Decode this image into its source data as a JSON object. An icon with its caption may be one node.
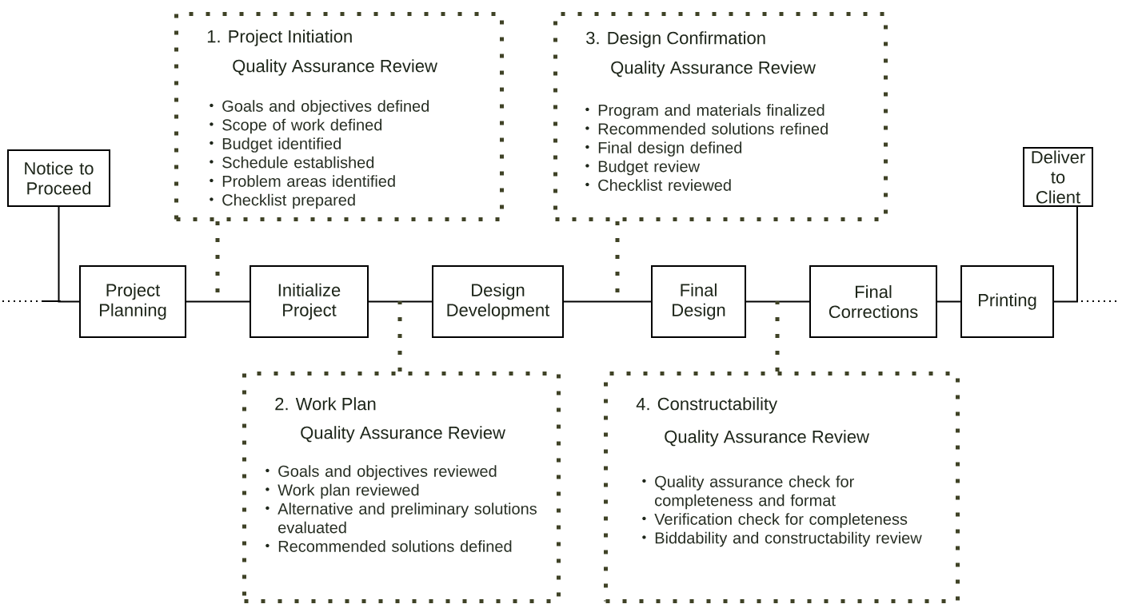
{
  "diagram": {
    "nodes": [
      {
        "text": [
          "1. Project Initiation",
          "Quality Assurance Review",
          "Goals and objectives defined",
          "Scope of work defined",
          "Budget identified",
          "Schedule established",
          "Problem areas identified",
          "Checklist prepared"
        ]
      },
      {
        "text": [
          "3. Design Confirmation",
          "Quality Assurance Review",
          "Program and materials finalized",
          "Recommended solutions refined",
          "Final design defined",
          "Budget review",
          "Checklist reviewed"
        ]
      },
      {
        "text": [
          "Notice to Proceed"
        ]
      },
      {
        "text": [
          "Deliver to Client"
        ]
      },
      {
        "text": [
          "Project Planning"
        ]
      },
      {
        "text": [
          "Initialize Project"
        ]
      },
      {
        "text": [
          "Design Development"
        ]
      },
      {
        "text": [
          "Final Design"
        ]
      },
      {
        "text": [
          "Final Corrections"
        ]
      },
      {
        "text": [
          "Printing"
        ]
      },
      {
        "text": [
          "2. Work Plan",
          "Quality Assurance Review",
          "Goals and objectives reviewed",
          "Work plan reviewed",
          "Alternative and preliminary solutions evaluated",
          "Recommended solutions defined"
        ]
      },
      {
        "text": [
          "4. Constructability",
          "Quality Assurance Review",
          "Quality assurance check for completeness and format",
          "Verification check for completeness",
          "Biddability and constructability review"
        ]
      }
    ],
    "edges": [
      {
        "from": 2,
        "to": 4,
        "arrow": "none"
      },
      {
        "from": 4,
        "to": 5,
        "arrow": "none"
      },
      {
        "from": 5,
        "to": 6,
        "arrow": "none"
      },
      {
        "from": 6,
        "to": 7,
        "arrow": "none"
      },
      {
        "from": 7,
        "to": 8,
        "arrow": "none"
      },
      {
        "from": 8,
        "to": 9,
        "arrow": "none"
      },
      {
        "from": 9,
        "to": 3,
        "arrow": "none"
      },
      {
        "from": 0,
        "to": null,
        "arrow": "none",
        "style": "dashed"
      },
      {
        "from": 1,
        "to": null,
        "arrow": "none",
        "style": "dashed"
      },
      {
        "from": 10,
        "to": null,
        "arrow": "none",
        "style": "dashed"
      },
      {
        "from": 11,
        "to": null,
        "arrow": "none",
        "style": "dashed"
      }
    ]
  }
}
